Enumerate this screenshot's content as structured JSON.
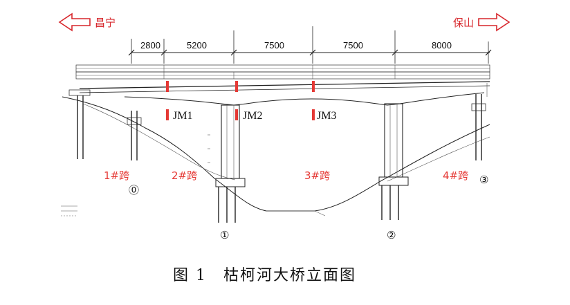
{
  "directions": {
    "left": "昌宁",
    "right": "保山",
    "colors": {
      "arrow": "#d7262b"
    }
  },
  "dimensions": [
    "2800",
    "5200",
    "7500",
    "7500",
    "8000"
  ],
  "segments": [
    "JM1",
    "JM2",
    "JM3"
  ],
  "spans": [
    "1#跨",
    "2#跨",
    "3#跨",
    "4#跨"
  ],
  "piers": [
    "⓪",
    "①",
    "②",
    "③"
  ],
  "caption": "图 1　枯柯河大桥立面图",
  "colors": {
    "accent_red": "#e53935",
    "line": "#222222"
  }
}
